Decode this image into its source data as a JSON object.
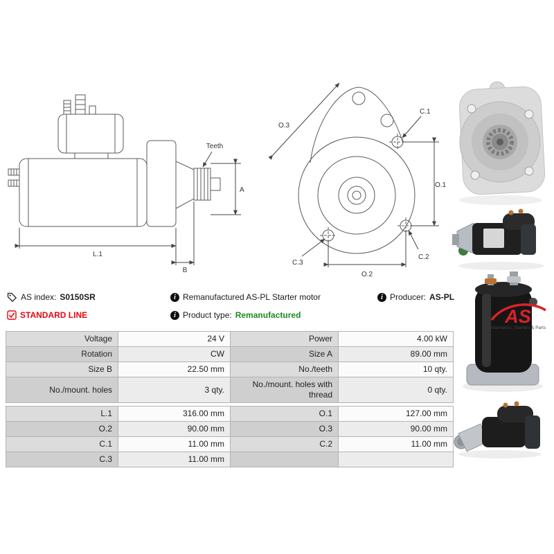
{
  "header": {
    "as_index_label": "AS index:",
    "as_index_value": "S0150SR",
    "description": "Remanufactured AS-PL Starter motor",
    "producer_label": "Producer:",
    "producer_value": "AS-PL",
    "standard_line_label": "STANDARD LINE",
    "product_type_label": "Product type:",
    "product_type_value": "Remanufactured",
    "colors": {
      "standard_line_red": "#e30613",
      "product_type_green": "#1e8a1e",
      "brand_red": "#d8232a"
    },
    "logo": {
      "text": "AS",
      "tagline": "Alternators, Starters & Parts"
    }
  },
  "icons": {
    "info_glyph": "i"
  },
  "drawings": {
    "side_view": {
      "labels": {
        "teeth": "Teeth",
        "a": "A",
        "l1": "L.1",
        "b": "B"
      }
    },
    "front_view": {
      "labels": {
        "o3": "O.3",
        "c1": "C.1",
        "o1": "O.1",
        "o2": "O.2",
        "c2": "C.2",
        "c3": "C.3"
      }
    }
  },
  "spec_table": {
    "rows": [
      {
        "label1": "Voltage",
        "value1": "24 V",
        "label2": "Power",
        "value2": "4.00 kW"
      },
      {
        "label1": "Rotation",
        "value1": "CW",
        "label2": "Size A",
        "value2": "89.00 mm"
      },
      {
        "label1": "Size B",
        "value1": "22.50 mm",
        "label2": "No./teeth",
        "value2": "10 qty."
      },
      {
        "label1": "No./mount. holes",
        "value1": "3 qty.",
        "label2": "No./mount. holes with thread",
        "value2": "0 qty."
      },
      {
        "label1": "L.1",
        "value1": "316.00 mm",
        "label2": "O.1",
        "value2": "127.00 mm"
      },
      {
        "label1": "O.2",
        "value1": "90.00 mm",
        "label2": "O.3",
        "value2": "90.00 mm"
      },
      {
        "label1": "C.1",
        "value1": "11.00 mm",
        "label2": "C.2",
        "value2": "11.00 mm"
      },
      {
        "label1": "C.3",
        "value1": "11.00 mm",
        "label2": "",
        "value2": ""
      }
    ]
  }
}
